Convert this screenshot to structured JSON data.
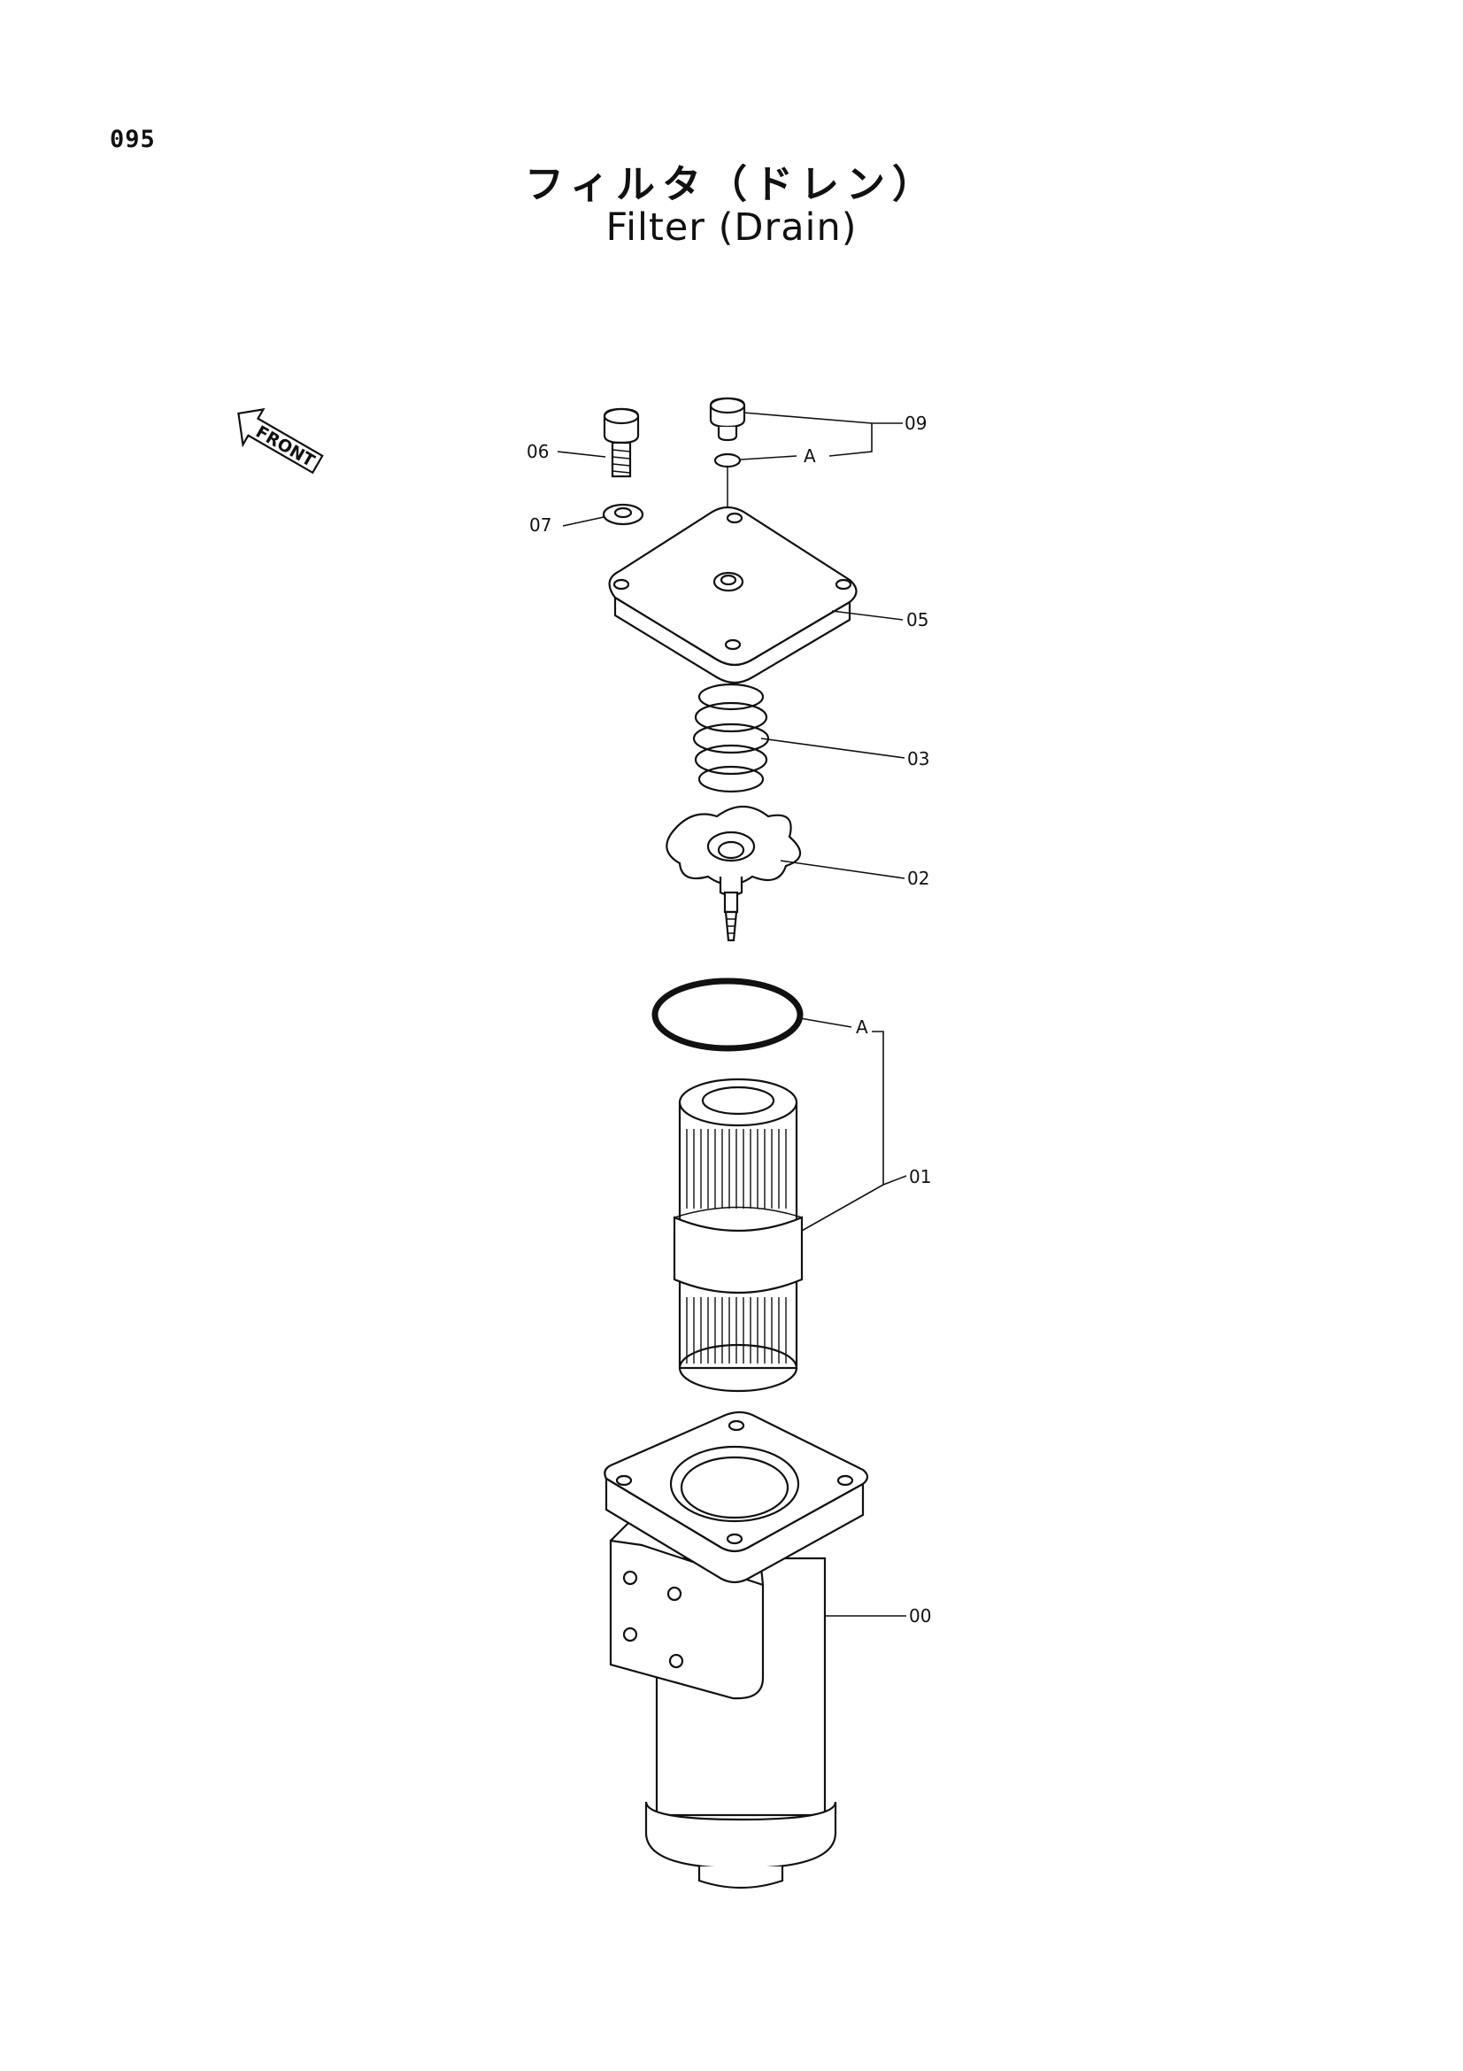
{
  "page": {
    "number": "095"
  },
  "title": {
    "japanese": "フィルタ（ドレン）",
    "english": "Filter (Drain)"
  },
  "direction_marker": {
    "label": "FRONT",
    "icon": "front-arrow-icon"
  },
  "callouts": [
    {
      "id": "09",
      "label": "09"
    },
    {
      "id": "A_top",
      "label": "A"
    },
    {
      "id": "06",
      "label": "06"
    },
    {
      "id": "07",
      "label": "07"
    },
    {
      "id": "05",
      "label": "05"
    },
    {
      "id": "03",
      "label": "03"
    },
    {
      "id": "02",
      "label": "02"
    },
    {
      "id": "A_mid",
      "label": "A"
    },
    {
      "id": "01",
      "label": "01"
    },
    {
      "id": "00",
      "label": "00"
    }
  ]
}
